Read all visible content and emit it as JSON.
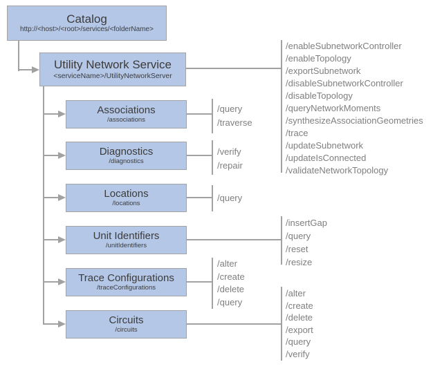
{
  "colors": {
    "box_fill": "#b4c7e7",
    "box_border": "#a3a3a3",
    "connector_line": "#a1a1a1",
    "node_text": "#3b3b3b",
    "operation_text": "#7f7f7f",
    "background": "#ffffff"
  },
  "catalog": {
    "title": "Catalog",
    "subtitle": "http://<host>/<root>/services/<folderName>"
  },
  "service": {
    "title": "Utility Network Service",
    "subtitle": "<serviceName>/UtilityNetworkServer",
    "operations": [
      "/enableSubnetworkController",
      "/enableTopology",
      "/exportSubnetwork",
      "/disableSubnetworkController",
      "/disableTopology",
      "/queryNetworkMoments",
      "/synthesizeAssociationGeometries",
      "/trace",
      "/updateSubnetwork",
      "/updateIsConnected",
      "/validateNetworkTopology"
    ]
  },
  "resources": [
    {
      "title": "Associations",
      "subtitle": "/associations",
      "operations": [
        "/query",
        "/traverse"
      ]
    },
    {
      "title": "Diagnostics",
      "subtitle": "/diagnostics",
      "operations": [
        "/verify",
        "/repair"
      ]
    },
    {
      "title": "Locations",
      "subtitle": "/locations",
      "operations": [
        "/query"
      ]
    },
    {
      "title": "Unit Identifiers",
      "subtitle": "/unitIdentifiers",
      "operations": [
        "/insertGap",
        "/query",
        "/reset",
        "/resize"
      ]
    },
    {
      "title": "Trace Configurations",
      "subtitle": "/traceConfigurations",
      "operations": [
        "/alter",
        "/create",
        "/delete",
        "/query"
      ]
    },
    {
      "title": "Circuits",
      "subtitle": "/circuits",
      "operations": [
        "/alter",
        "/create",
        "/delete",
        "/export",
        "/query",
        "/verify"
      ]
    }
  ]
}
